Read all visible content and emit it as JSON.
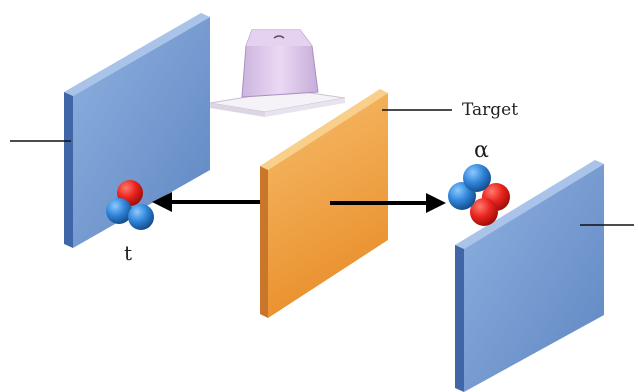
{
  "labels": {
    "target": "Target",
    "alpha": "α",
    "triton": "t"
  },
  "colors": {
    "detector": "#6f97cf",
    "detector_edge": "#3f66a6",
    "target": "#f2a244",
    "target_edge": "#c9762a",
    "source_body": "#dcc8e8",
    "source_base": "#f1eef5",
    "proton": "#e8231d",
    "neutron": "#2f84d8",
    "arrow": "#000000"
  }
}
